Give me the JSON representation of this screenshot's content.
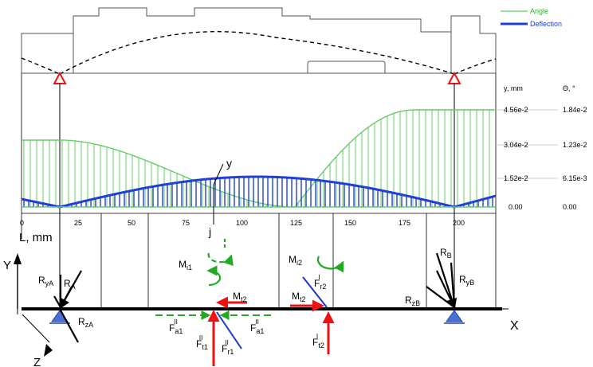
{
  "legend": {
    "angle_label": "Angle",
    "deflection_label": "Deflection",
    "angle_color": "#66cc66",
    "deflection_color": "#1f3fd6"
  },
  "axis_headers": {
    "y_header": "y, mm",
    "theta_header": "Θ, °"
  },
  "right_scale": {
    "y": [
      "4.56e-2",
      "3.04e-2",
      "1.52e-2",
      "0.00"
    ],
    "theta": [
      "1.84e-2",
      "1.23e-2",
      "6.15e-3",
      "0.00"
    ]
  },
  "x_scale": {
    "ticks": [
      "0",
      "25",
      "50",
      "75",
      "100",
      "125",
      "150",
      "175",
      "200"
    ],
    "label": "L, mm"
  },
  "coords": {
    "x": "X",
    "y": "Y",
    "z": "Z"
  },
  "markers": {
    "y_marker": "y",
    "j_marker": "j"
  },
  "colors": {
    "force_red": "#ee1111",
    "force_blue": "#2233cc",
    "moment_green": "#22aa22",
    "line": "#000000"
  },
  "loads": {
    "RyA": {
      "main": "R",
      "sub": "yA"
    },
    "RA": {
      "main": "R",
      "sub": "A"
    },
    "RzA": {
      "main": "R",
      "sub": "zA"
    },
    "Mi1": {
      "main": "M",
      "sub": "i1"
    },
    "Mt2_left": {
      "main": "M",
      "sub": "t2"
    },
    "Fa1_left": {
      "main": "F",
      "sub": "a1",
      "sup": "II"
    },
    "Ft1": {
      "main": "F",
      "sub": "t1",
      "sup": "II"
    },
    "Fr1": {
      "main": "F",
      "sub": "r1",
      "sup": "II"
    },
    "Fa1_right": {
      "main": "F",
      "sub": "a1",
      "sup": "II"
    },
    "Mi2": {
      "main": "M",
      "sub": "i2"
    },
    "Fr2": {
      "main": "F",
      "sub": "r2",
      "sup": "I"
    },
    "Mt2_right": {
      "main": "M",
      "sub": "t2"
    },
    "Ft2": {
      "main": "F",
      "sub": "t2",
      "sup": "I"
    },
    "RB": {
      "main": "R",
      "sub": "B"
    },
    "RyB": {
      "main": "R",
      "sub": "yB"
    },
    "RzB": {
      "main": "R",
      "sub": "zB"
    }
  }
}
